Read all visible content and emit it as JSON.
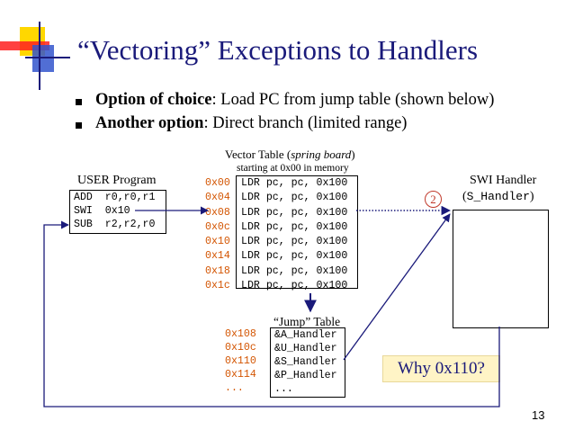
{
  "slide": {
    "title": "“Vectoring” Exceptions to Handlers",
    "bullets": [
      {
        "bold": "Option of choice",
        "rest": ": Load PC from jump table (shown below)"
      },
      {
        "bold": "Another option",
        "rest": ": Direct branch (limited range)"
      }
    ],
    "page_number": "13"
  },
  "user_program": {
    "label": "USER Program",
    "lines": [
      "ADD  r0,r0,r1",
      "SWI  0x10",
      "SUB  r2,r2,r0"
    ]
  },
  "vector_table": {
    "label_prefix": "Vector Table (",
    "label_italic": "spring board",
    "label_suffix": ")",
    "sublabel": "starting at 0x00 in memory",
    "rows": [
      {
        "addr": "0x00",
        "instr": "LDR pc, pc, 0x100"
      },
      {
        "addr": "0x04",
        "instr": "LDR pc, pc, 0x100"
      },
      {
        "addr": "0x08",
        "instr": "LDR pc, pc, 0x100"
      },
      {
        "addr": "0x0c",
        "instr": "LDR pc, pc, 0x100"
      },
      {
        "addr": "0x10",
        "instr": "LDR pc, pc, 0x100"
      },
      {
        "addr": "0x14",
        "instr": "LDR pc, pc, 0x100"
      },
      {
        "addr": "0x18",
        "instr": "LDR pc, pc, 0x100"
      },
      {
        "addr": "0x1c",
        "instr": "LDR pc, pc, 0x100"
      }
    ]
  },
  "jump_table": {
    "label": "“Jump” Table",
    "rows": [
      {
        "addr": "0x108",
        "entry": "&A_Handler"
      },
      {
        "addr": "0x10c",
        "entry": "&U_Handler"
      },
      {
        "addr": "0x110",
        "entry": "&S_Handler"
      },
      {
        "addr": "0x114",
        "entry": "&P_Handler"
      },
      {
        "addr": "...",
        "entry": "..."
      }
    ]
  },
  "swi_handler": {
    "label": "SWI Handler",
    "sublabel_open": "(",
    "sublabel_code": "S_Handler",
    "sublabel_close": ")"
  },
  "step_marker": "2",
  "callout": "Why 0x110?",
  "colors": {
    "title": "#1a1a7a",
    "address": "#d35400",
    "arrow": "#1a1a7a",
    "callout_bg": "#fff4c6",
    "logo_yellow": "#ffd700",
    "logo_red": "#ff2020",
    "logo_blue": "#2040c0"
  }
}
